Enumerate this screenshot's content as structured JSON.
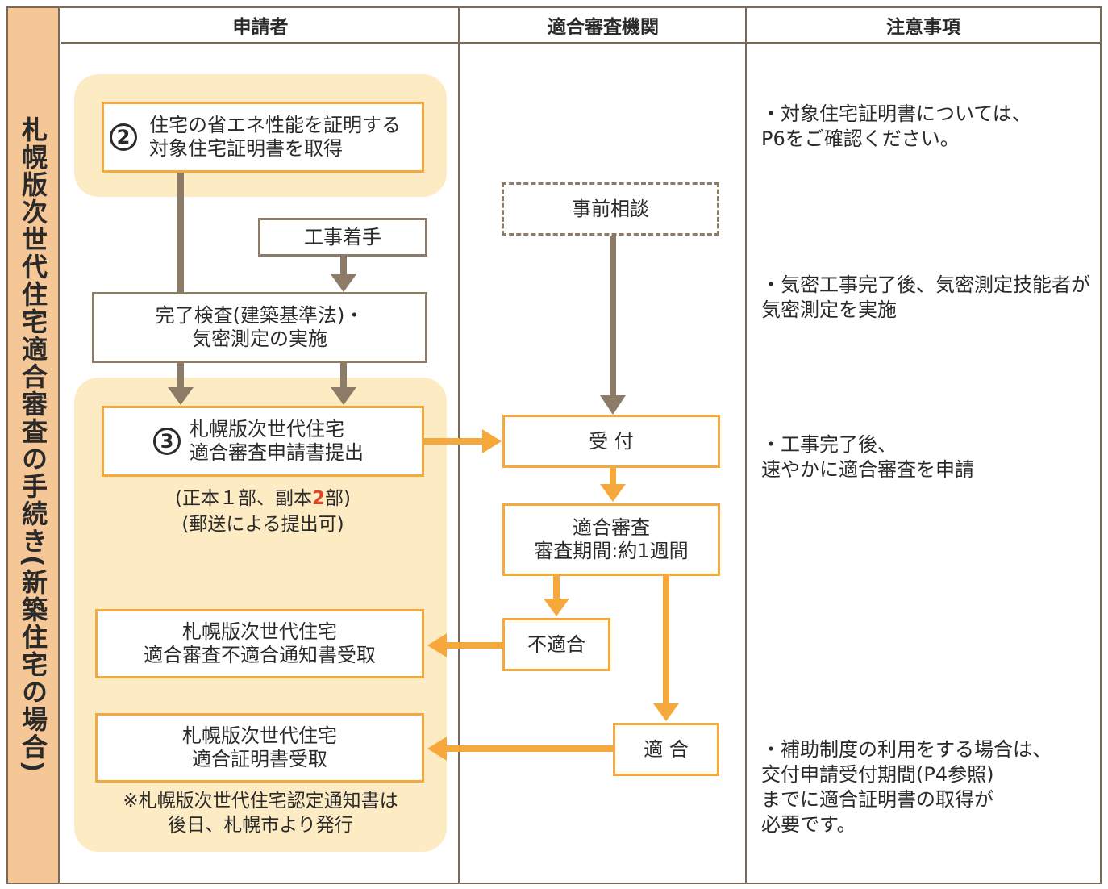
{
  "side_title": "札幌版次世代住宅適合審査の手続き(新築住宅の場合)",
  "headers": {
    "applicant": "申請者",
    "review_body": "適合審査機関",
    "notes": "注意事項"
  },
  "applicant": {
    "step2_number": "2",
    "step2_text": "住宅の省エネ性能を証明する\n対象住宅証明書を取得",
    "construction_start": "工事着手",
    "inspection": "完了検査(建築基準法)・\n気密測定の実施",
    "step3_number": "3",
    "step3_text": "札幌版次世代住宅\n適合審査申請書提出",
    "copies_a": "(正本１部、副本",
    "copies_num": "2",
    "copies_b": "部)",
    "mail_note": "(郵送による提出可)",
    "nonconform_receive": "札幌版次世代住宅\n適合審査不適合通知書受取",
    "conform_receive": "札幌版次世代住宅\n適合証明書受取",
    "later_note": "※札幌版次世代住宅認定通知書は\n後日、札幌市より発行"
  },
  "review_body": {
    "consultation": "事前相談",
    "reception": "受 付",
    "review": "適合審査\n審査期間:約1週間",
    "nonconform": "不適合",
    "conform": "適 合"
  },
  "notes": {
    "n1": "・対象住宅証明書については、\n P6をご確認ください。",
    "n2": "・気密工事完了後、気密測定技能者が\n 気密測定を実施",
    "n3": "・工事完了後、\n 速やかに適合審査を申請",
    "n4": "・補助制度の利用をする場合は、\n 交付申請受付期間(P4参照)\n までに適合証明書の取得が\n 必要です。"
  },
  "colors": {
    "orange": "#f5a93b",
    "gray_brown": "#8c7b66",
    "panel": "#fdebc4",
    "side": "#f6c796",
    "accent_red": "#e0452a"
  }
}
